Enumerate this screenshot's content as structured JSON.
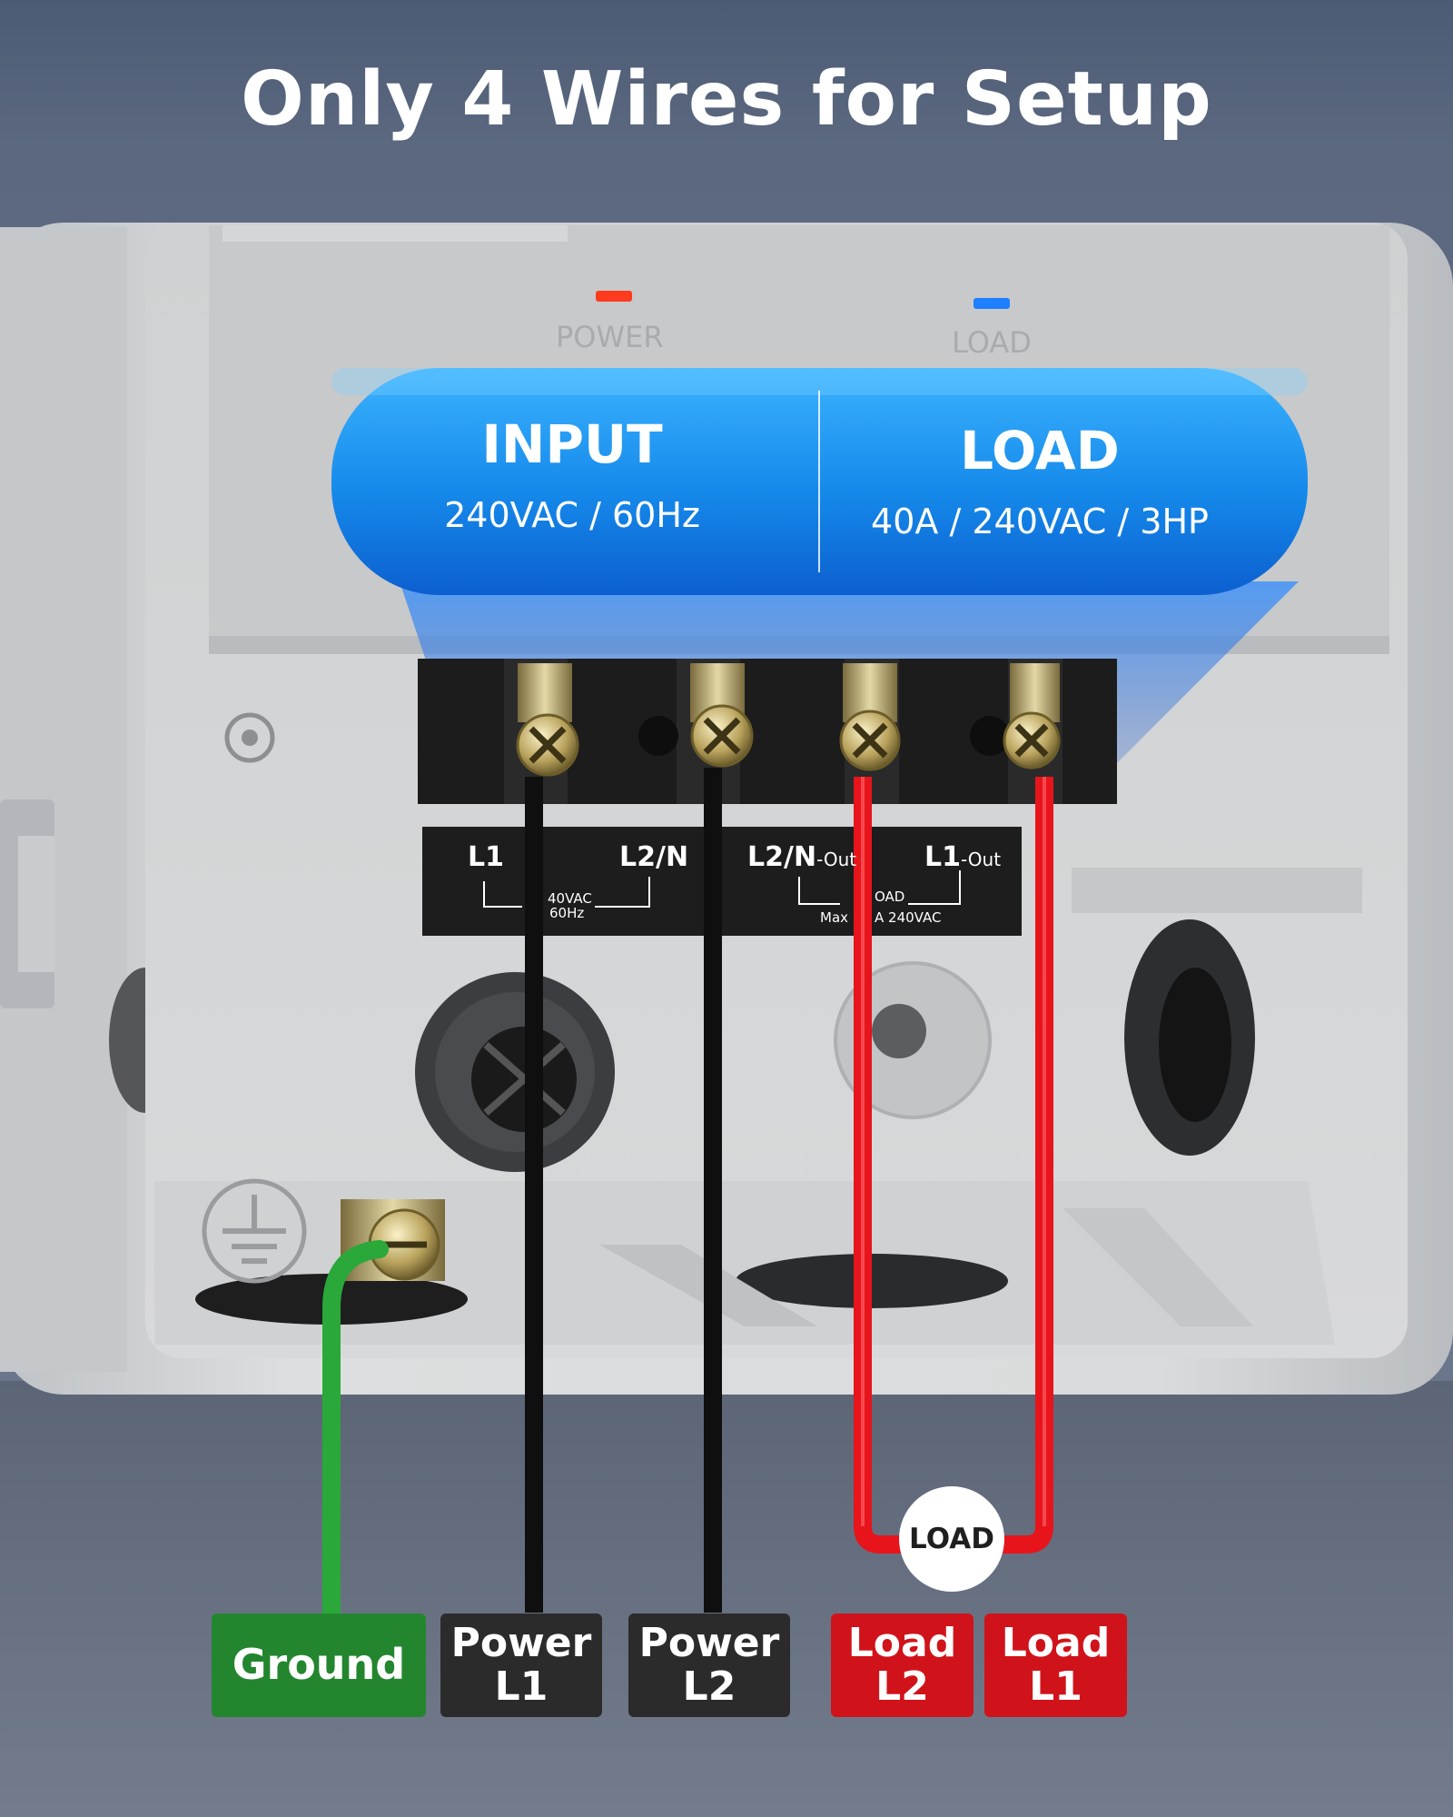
{
  "title": "Only 4 Wires for Setup",
  "indicators": {
    "power_label": "POWER",
    "load_label": "LOAD"
  },
  "spec_panel": {
    "input": {
      "heading": "INPUT",
      "spec": "240VAC / 60Hz"
    },
    "load": {
      "heading": "LOAD",
      "spec": "40A / 240VAC / 3HP"
    }
  },
  "terminal_labels": {
    "l1": "L1",
    "l2n": "L2/N",
    "l2n_out": "L2/N",
    "l2n_out_suffix": "-Out",
    "l1_out": "L1",
    "l1_out_suffix": "-Out",
    "input_rating_1": "40VAC",
    "input_rating_2": "60Hz",
    "load_rating_1": "OAD",
    "load_rating_2": "Max",
    "load_rating_3": "A 240VAC"
  },
  "load_badge": "LOAD",
  "wire_tags": [
    {
      "line1": "Ground",
      "line2": "",
      "color": "#23862f"
    },
    {
      "line1": "Power",
      "line2": "L1",
      "color": "#2b2b2b"
    },
    {
      "line1": "Power",
      "line2": "L2",
      "color": "#2b2b2b"
    },
    {
      "line1": "Load",
      "line2": "L2",
      "color": "#d0131a"
    },
    {
      "line1": "Load",
      "line2": "L1",
      "color": "#d0131a"
    }
  ],
  "colors": {
    "ground_wire": "#2aa83a",
    "power_wire": "#111111",
    "load_wire": "#e8141c",
    "panel_blue": "#1a86e8",
    "power_led": "#ff3b1f",
    "load_led": "#1e7fff"
  }
}
